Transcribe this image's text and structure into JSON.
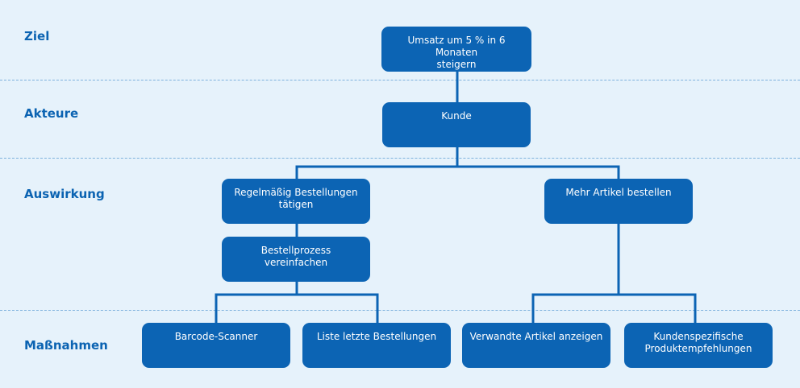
{
  "rows": {
    "goal": "Ziel",
    "actors": "Akteure",
    "impact": "Auswirkung",
    "deliverables": "Maßnahmen"
  },
  "nodes": {
    "goal": "Umsatz um 5 %  in 6 Monaten\nsteigern",
    "actor": "Kunde",
    "impact_left": "Regelmäßig Bestellungen\ntätigen",
    "impact_right": "Mehr Artikel bestellen",
    "process": "Bestellprozess vereinfachen",
    "barcode": "Barcode-Scanner",
    "list": "Liste letzte Bestellungen",
    "related": "Verwandte Artikel anzeigen",
    "recommend": "Kundenspezifische\nProduktempfehlungen"
  },
  "colors": {
    "background": "#e6f2fb",
    "node": "#0c64b4",
    "label": "#0b63b2",
    "connector": "#0c64b4",
    "divider": "#7fb2dd"
  }
}
